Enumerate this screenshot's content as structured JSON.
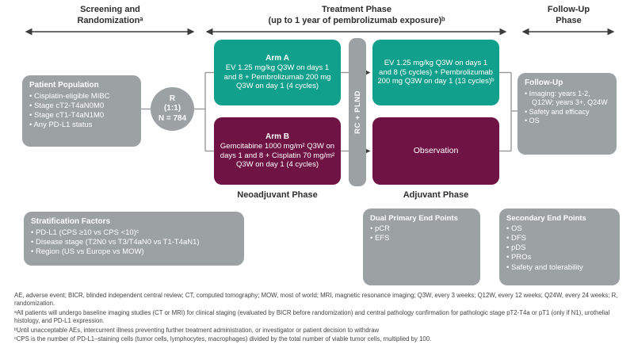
{
  "colors": {
    "teal": "#11A08C",
    "maroon": "#6F1244",
    "gray": "#9CA1A4",
    "line_gray": "#97999B",
    "line_dark": "#3B3B3B"
  },
  "phase_headers": {
    "screening": "Screening and\nRandomizationᵃ",
    "treatment": "Treatment Phase\n(up to 1 year of pembrolizumab exposure)ᵇ",
    "followup": "Follow-Up\nPhase"
  },
  "patient_population": {
    "title": "Patient Population",
    "items": [
      "Cisplatin-eligible MIBC",
      "Stage cT2-T4aN0M0",
      "Stage cT1-T4aN1M0",
      "Any PD-L1 status"
    ]
  },
  "randomization": {
    "label": "R\n(1:1)\nN = 784"
  },
  "neoadjuvant": {
    "label": "Neoadjuvant Phase",
    "arm_a": {
      "title": "Arm A",
      "body": "EV 1.25 mg/kg Q3W on days 1 and 8 + Pembrolizumab 200 mg Q3W on day 1 (4 cycles)"
    },
    "arm_b": {
      "title": "Arm B",
      "body": "Gemcitabine 1000 mg/m² Q3W on days 1 and 8 + Cisplatin 70 mg/m² Q3W on day 1 (4 cycles)"
    }
  },
  "surgery": {
    "label": "RC + PLND"
  },
  "adjuvant": {
    "label": "Adjuvant Phase",
    "arm_a": {
      "body": "EV 1.25 mg/kg Q3W on days 1 and 8 (5 cycles) + Pembrolizumab 200 mg Q3W on day 1 (13 cycles)ᵇ"
    },
    "arm_b": {
      "body": "Observation"
    }
  },
  "followup_box": {
    "title": "Follow-Up",
    "items": [
      "Imaging: years 1-2, Q12W; years 3+, Q24W",
      "Safety and efficacy",
      "OS"
    ]
  },
  "stratification": {
    "title": "Stratification Factors",
    "items": [
      "PD-L1 (CPS ≥10 vs CPS <10)ᶜ",
      "Disease stage (T2N0 vs T3/T4aN0 vs T1-T4aN1)",
      "Region (US vs Europe vs MOW)"
    ]
  },
  "primary_endpoints": {
    "title": "Dual Primary End Points",
    "items": [
      "pCR",
      "EFS"
    ]
  },
  "secondary_endpoints": {
    "title": "Secondary End Points",
    "items": [
      "OS",
      "DFS",
      "pDS",
      "PROs",
      "Safety and tolerability"
    ]
  },
  "footnotes": [
    "AE, adverse event; BICR, blinded independent central review; CT, computed tomography; MOW, most of world; MRI, magnetic resonance imaging; Q3W, every 3 weeks; Q12W, every 12 weeks; Q24W, every 24 weeks; R, randomization.",
    "ᵃAll patients will undergo baseline imaging studies (CT or MRI) for clinical staging (evaluated by BICR before randomization) and central pathology confirmation for pathologic stage pT2-T4a or pT1 (only if N1), urothelial histology, and PD-L1 expression.",
    "ᵇUntil unacceptable AEs, intercurrent illness preventing further treatment administration, or investigator or patient decision to withdraw",
    "ᶜCPS is the number of PD-L1–staining cells (tumor cells, lymphocytes, macrophages) divided by the total number of viable tumor cells, multiplied by 100."
  ]
}
